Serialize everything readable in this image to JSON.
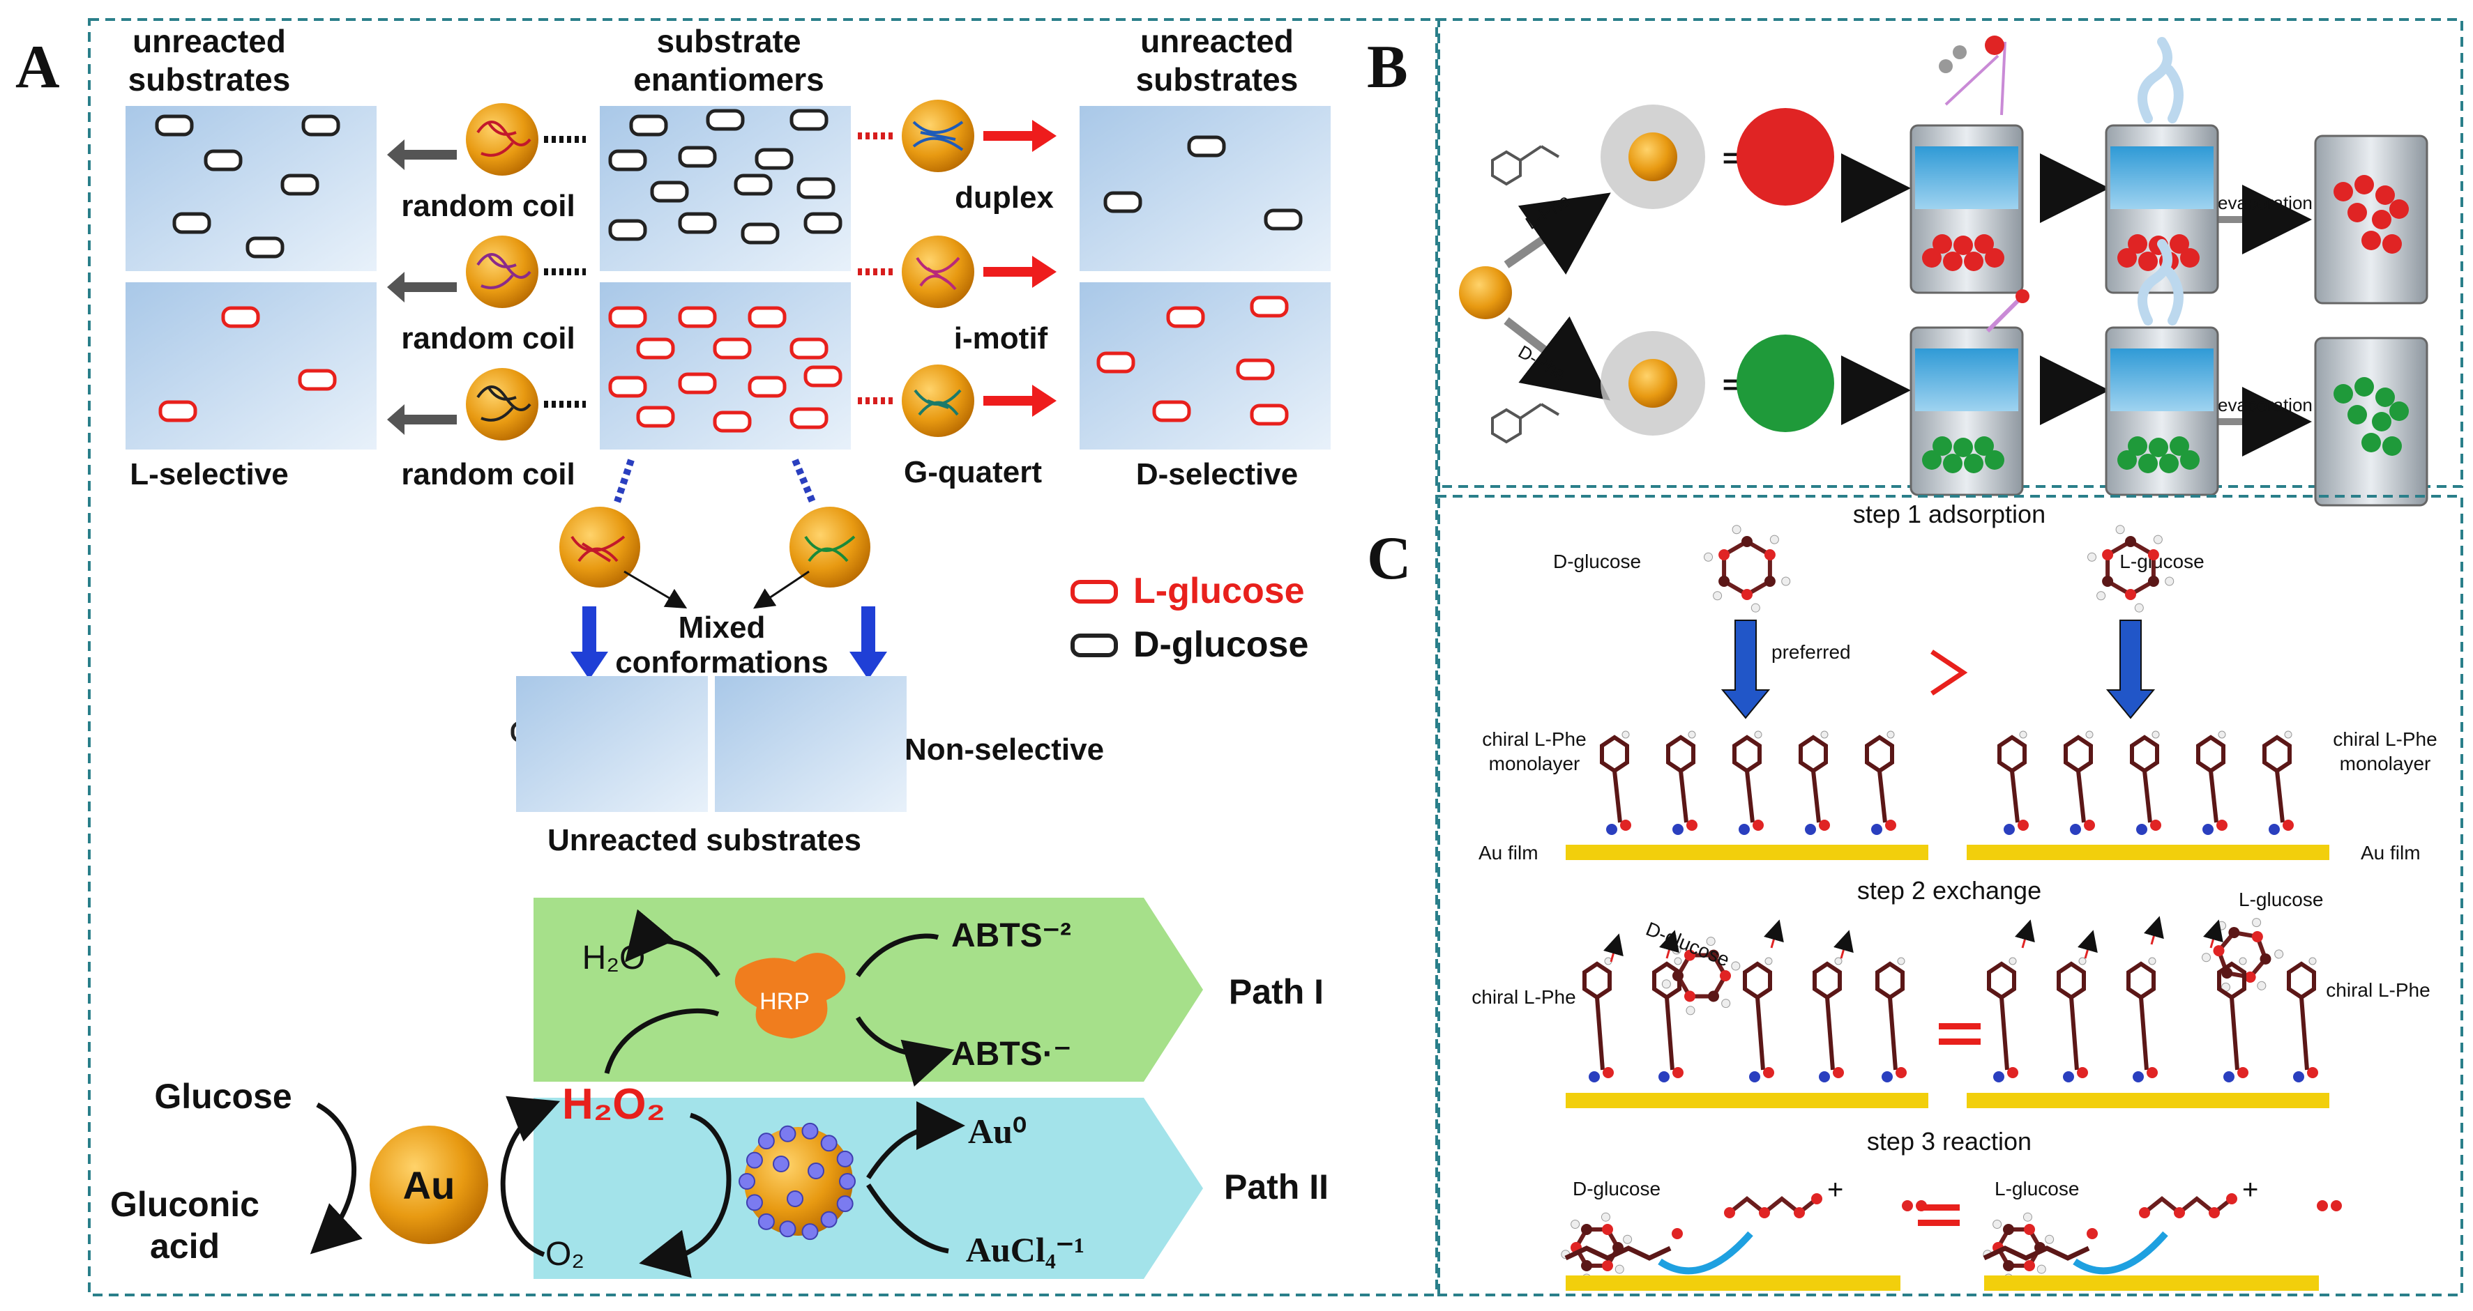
{
  "panel_a": {
    "letter": "A",
    "top": {
      "left_header": [
        "unreacted",
        "substrates"
      ],
      "center_header": [
        "substrate",
        "enantiomers"
      ],
      "right_header": [
        "unreacted",
        "substrates"
      ],
      "left_conformations": [
        "random coil",
        "random coil",
        "random coil"
      ],
      "right_conformations": [
        "duplex",
        "i-motif",
        "G-quatert"
      ],
      "left_footer": "L-selective",
      "right_footer": "D-selective",
      "mixed_label": [
        "Mixed",
        "conformations"
      ],
      "non_selective": "Non-selective",
      "unreacted_bottom": "Unreacted substrates",
      "legend": [
        {
          "label": "L-glucose",
          "color": "#e8201c"
        },
        {
          "label": "D-glucose",
          "color": "#111111"
        }
      ]
    },
    "bottom": {
      "h2o": "H₂O",
      "hrp": "HRP",
      "abts_top": "ABTS⁻²",
      "abts_bottom": "ABTS·⁻",
      "path_one": "Path I",
      "glucose": "Glucose",
      "gluconic": [
        "Gluconic",
        "acid"
      ],
      "au": "Au",
      "h2o2": "H₂O₂",
      "o2": "O₂",
      "au0": "Au⁰",
      "aucl4": "AuCl₄⁻¹",
      "path_two": "Path II"
    }
  },
  "panel_b": {
    "letter": "B",
    "l_phe": "L-Phe",
    "d_phe": "D-Phe",
    "evaporation": "evaporation"
  },
  "panel_c": {
    "letter": "C",
    "step1": "step 1 adsorption",
    "step2": "step 2 exchange",
    "step3": "step 3 reaction",
    "d_glucose": "D-glucose",
    "l_glucose": "L-glucose",
    "preferred": "preferred",
    "chiral_l": "chiral L-Phe",
    "monolayer": "monolayer",
    "au_film": "Au film"
  },
  "colors": {
    "frame": "#2a7f8a",
    "panel_bg": "#cfe2f3",
    "l_pill": "#e8201c",
    "d_pill": "#222222",
    "gold": "#e8a21a",
    "path_one_bg": "#a6e08a",
    "path_two_bg": "#a3e3ea",
    "h2o2_red": "#e8201c"
  }
}
